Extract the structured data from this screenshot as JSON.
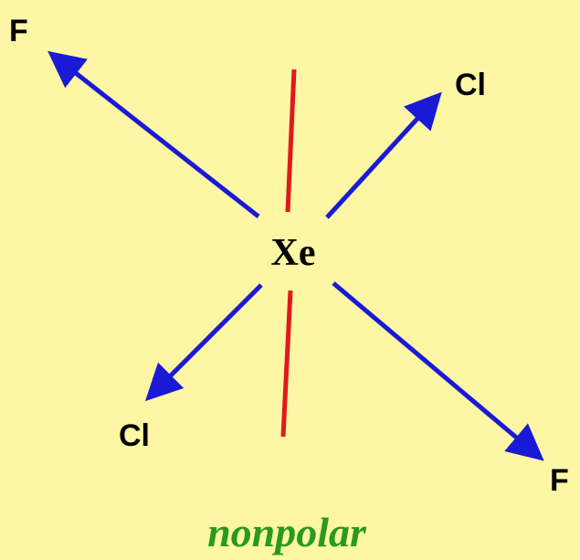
{
  "molecule": {
    "center_atom": "Xe",
    "atoms": [
      {
        "id": "f-top-left",
        "symbol": "F"
      },
      {
        "id": "cl-top-right",
        "symbol": "Cl"
      },
      {
        "id": "cl-bottom-left",
        "symbol": "Cl"
      },
      {
        "id": "f-bottom-right",
        "symbol": "F"
      }
    ]
  },
  "caption": "nonpolar",
  "colors": {
    "background": "#fdf6a5",
    "bond_arrow": "#1a1ad6",
    "symmetry_line": "#e01a1a",
    "caption": "#2a9a1a",
    "label": "#000000"
  }
}
